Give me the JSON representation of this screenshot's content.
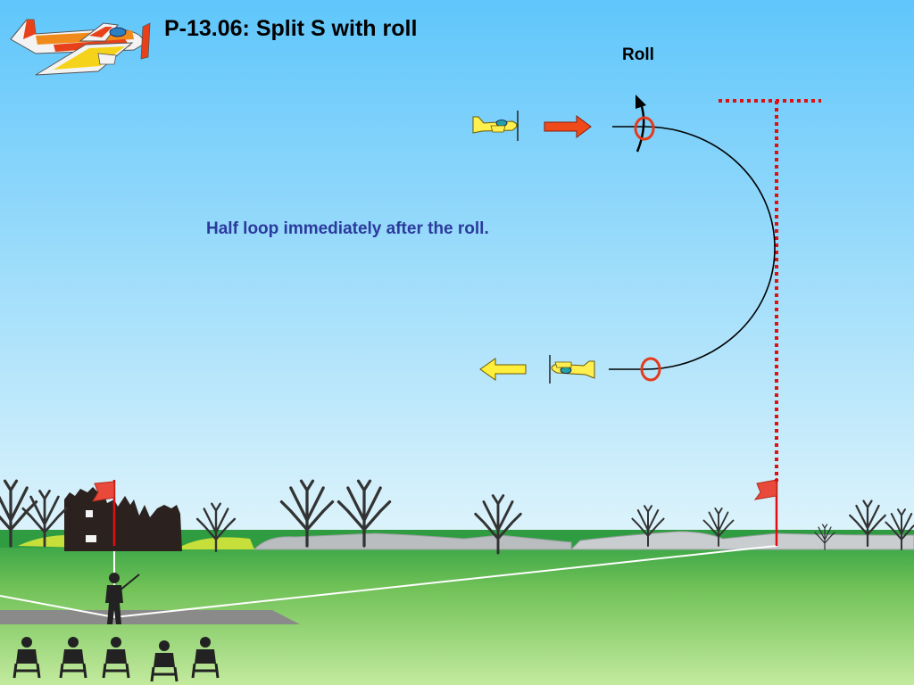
{
  "title": "P-13.06: Split S with roll",
  "labels": {
    "roll": "Roll",
    "description": "Half loop immediately after the roll."
  },
  "colors": {
    "sky_top": "#5fc6fb",
    "sky_bottom": "#dff4fb",
    "grass_far": "#2f9c42",
    "grass_near": "#bfe89a",
    "entry_arrow": "#f04a1a",
    "exit_arrow": "#ffef3a",
    "marker_circle": "#e53a1a",
    "judge_line": "#e01010",
    "plane_yellow": "#fff050",
    "flight_path": "#000000",
    "description_text": "#2b3a9c"
  },
  "icons": {
    "logo": "aerobatic-plane-icon",
    "entry_plane": "plane-right-icon",
    "exit_plane": "plane-left-inverted-icon",
    "roll": "roll-arrow-icon",
    "pilot": "pilot-icon",
    "judges": "judge-icon",
    "flag": "flag-icon",
    "building": "building-ruin-icon",
    "tree": "tree-icon"
  }
}
